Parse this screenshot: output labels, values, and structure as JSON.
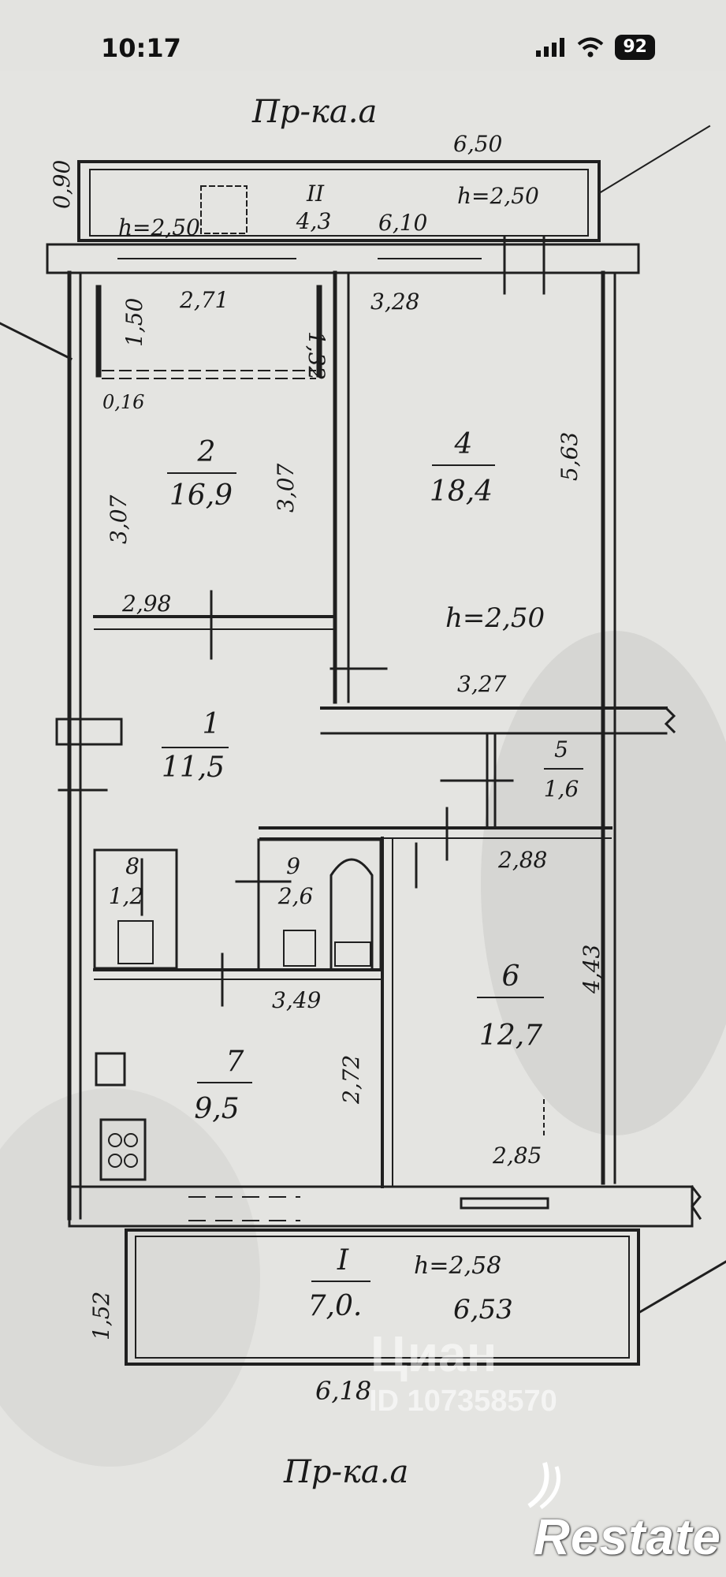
{
  "status": {
    "time": "10:17",
    "battery": "92"
  },
  "plan": {
    "street_top": "Пр-ка.а",
    "street_bottom": "Пр-ка.а",
    "rooms": [
      {
        "id": "room-1",
        "number": "1",
        "area": "11,5"
      },
      {
        "id": "room-2",
        "number": "2",
        "area": "16,9"
      },
      {
        "id": "room-4",
        "number": "4",
        "area": "18,4"
      },
      {
        "id": "room-5",
        "number": "5",
        "area": "1,6"
      },
      {
        "id": "room-6",
        "number": "6",
        "area": "12,7"
      },
      {
        "id": "room-7",
        "number": "7",
        "area": "9,5"
      },
      {
        "id": "room-8",
        "number": "8",
        "area": "1,2"
      },
      {
        "id": "room-9",
        "number": "9",
        "area": "2,6"
      }
    ],
    "balcony_top": {
      "number": "II",
      "area": "4,3",
      "height": "h=2,50",
      "height_right": "h=2,50",
      "dim": "6,10",
      "overall": "6,50"
    },
    "balcony_bottom": {
      "number": "I",
      "area": "7,0",
      "height": "h=2,58",
      "dim": "6,53",
      "overall": "6,18",
      "side": "1,52"
    },
    "dims": {
      "d090": "0,90",
      "d271": "2,71",
      "d132": "1,32",
      "d150": "1,50",
      "d016": "0,16",
      "d328": "3,28",
      "d307a": "3,07",
      "d307b": "3,07",
      "d563": "5,63",
      "d298": "2,98",
      "h250": "h=2,50",
      "d327": "3,27",
      "d288": "2,88",
      "d443": "4,43",
      "d349": "3,49",
      "d272": "2,72",
      "d285": "2,85"
    }
  },
  "watermark": {
    "brand": "Циан",
    "listing_id": "ID 107358570"
  },
  "logo": {
    "text": "Restate"
  }
}
